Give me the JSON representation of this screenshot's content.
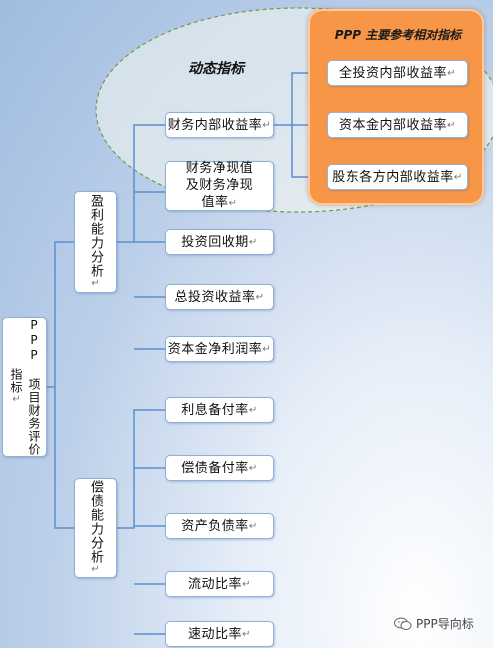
{
  "root": {
    "label": "PPP 项目财务评价指标",
    "mark": "↵"
  },
  "dynamic_label": "动态指标",
  "profitability": {
    "label": "盈利能力分析",
    "mark": "↵",
    "items": [
      {
        "label": "财务内部收益率",
        "mark": "↵"
      },
      {
        "label": "财务净现值及财务净现值率",
        "mark": "↵"
      },
      {
        "label": "投资回收期",
        "mark": "↵"
      },
      {
        "label": "总投资收益率",
        "mark": "↵"
      },
      {
        "label": "资本金净利润率",
        "mark": "↵"
      }
    ]
  },
  "solvency": {
    "label": "偿债能力分析",
    "mark": "↵",
    "items": [
      {
        "label": "利息备付率",
        "mark": "↵"
      },
      {
        "label": "偿债备付率",
        "mark": "↵"
      },
      {
        "label": "资产负债率",
        "mark": "↵"
      },
      {
        "label": "流动比率",
        "mark": "↵"
      },
      {
        "label": "速动比率",
        "mark": "↵"
      }
    ]
  },
  "reference": {
    "title": "PPP 主要参考相对指标",
    "items": [
      {
        "label": "全投资内部收益率",
        "mark": "↵"
      },
      {
        "label": "资本金内部收益率",
        "mark": "↵"
      },
      {
        "label": "股东各方内部收益率",
        "mark": "↵"
      }
    ]
  },
  "watermark": "PPP导向标",
  "colors": {
    "orange_panel": "#f79646",
    "node_border": "#8fb0d8",
    "connector": "#5b8fd0",
    "ellipse_border": "#6e9a4c"
  }
}
